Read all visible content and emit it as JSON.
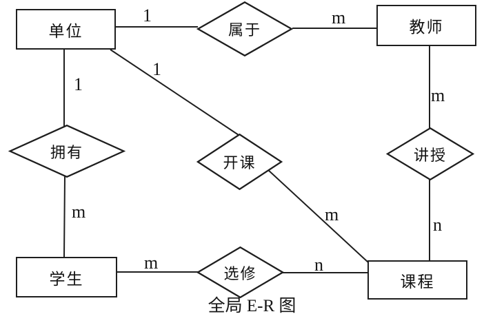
{
  "diagram": {
    "caption": "全局 E-R 图",
    "entities": [
      {
        "id": "unit",
        "label": "单位"
      },
      {
        "id": "teacher",
        "label": "教师"
      },
      {
        "id": "student",
        "label": "学生"
      },
      {
        "id": "course",
        "label": "课程"
      }
    ],
    "relationships": [
      {
        "id": "belongs-to",
        "label": "属于"
      },
      {
        "id": "owns",
        "label": "拥有"
      },
      {
        "id": "offers",
        "label": "开课"
      },
      {
        "id": "teaches",
        "label": "讲授"
      },
      {
        "id": "elective",
        "label": "选修"
      }
    ],
    "cardinalities": [
      {
        "id": "unit-to-belongs",
        "label": "1"
      },
      {
        "id": "belongs-to-teacher",
        "label": "m"
      },
      {
        "id": "unit-to-owns",
        "label": "1"
      },
      {
        "id": "owns-to-student",
        "label": "m"
      },
      {
        "id": "teacher-to-teaches",
        "label": "m"
      },
      {
        "id": "teaches-to-course",
        "label": "n"
      },
      {
        "id": "student-to-elective",
        "label": "m"
      },
      {
        "id": "elective-to-course",
        "label": "n"
      },
      {
        "id": "unit-to-offers",
        "label": "1"
      },
      {
        "id": "offers-to-course",
        "label": "m"
      }
    ],
    "colors": {
      "line": "#1e1e1e",
      "background": "#ffffff",
      "text": "#161616"
    }
  }
}
